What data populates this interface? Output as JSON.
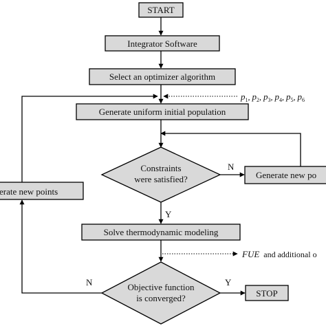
{
  "nodes": {
    "start": "START",
    "integrator": "Integrator Software",
    "select": "Select an optimizer algorithm",
    "generate_initial": "Generate uniform initial population",
    "constraints_line1": "Constraints",
    "constraints_line2": "were satisfied?",
    "generate_new_right": "Generate new po",
    "generate_new_left": "erate new points",
    "solve": "Solve thermodynamic modeling",
    "objective_line1": "Objective function",
    "objective_line2": "is converged?",
    "stop": "STOP"
  },
  "edges": {
    "constraints_no": "N",
    "constraints_yes": "Y",
    "objective_no": "N",
    "objective_yes": "Y"
  },
  "annotations": {
    "parameters": {
      "symbol": "p",
      "subscripts": [
        "1",
        "2",
        "3",
        "4",
        "5",
        "6"
      ],
      "separator": ", "
    },
    "output_main": "FUE",
    "output_rest": "and additional o"
  }
}
